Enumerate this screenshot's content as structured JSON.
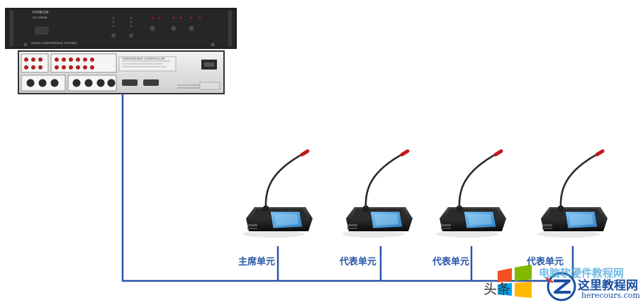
{
  "controller": {
    "brand": "FONKON",
    "model": "FK-2300M",
    "front_label": "AUDIO CONFERENCE SYSTEM",
    "rear_label": "CONFERENCE CONTROLLER"
  },
  "units": [
    {
      "id": "chairman",
      "label": "主席单元"
    },
    {
      "id": "delegate-1",
      "label": "代表单元"
    },
    {
      "id": "delegate-2",
      "label": "代表单元"
    },
    {
      "id": "delegate-3",
      "label": "代表单元"
    }
  ],
  "watermark": {
    "toutiao": "头条",
    "chinese_text": "电脑软硬件教程网",
    "site_title": "这里教程网",
    "site_url": "herecours.com"
  },
  "colors": {
    "cable": "#2a56a6",
    "label": "#2a56a6",
    "rack": "#1f1f1f",
    "rear_panel": "#e6e6e6",
    "screen": "#3a8fd6",
    "mic_tip": "#c0181d"
  }
}
